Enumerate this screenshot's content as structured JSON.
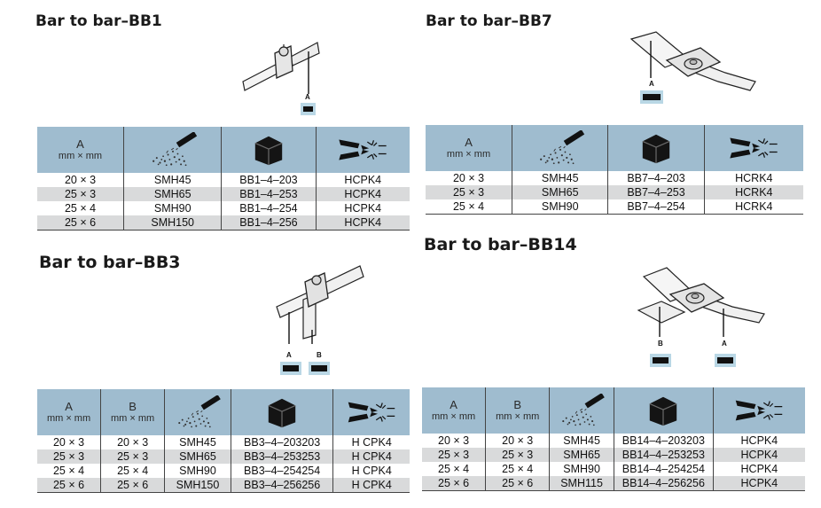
{
  "labels": {
    "a": "A",
    "b": "B"
  },
  "headers": {
    "a_letter": "A",
    "b_letter": "B",
    "unit": "mm × mm"
  },
  "icons": {
    "column2": "sawdust-cut-icon",
    "column3": "black-box-icon",
    "column4": "crimping-pliers-icon"
  },
  "colors": {
    "header_bg": "#9fbccf",
    "alt_row": "#d9dadb",
    "marker_box": "#b9d7e5"
  },
  "bb1": {
    "title": "Bar to bar–BB1",
    "rows": [
      {
        "a": "20 × 3",
        "tool": "SMH45",
        "code": "BB1–4–203",
        "die": "HCPK4"
      },
      {
        "a": "25 × 3",
        "tool": "SMH65",
        "code": "BB1–4–253",
        "die": "HCPK4"
      },
      {
        "a": "25 × 4",
        "tool": "SMH90",
        "code": "BB1–4–254",
        "die": "HCPK4"
      },
      {
        "a": "25 × 6",
        "tool": "SMH150",
        "code": "BB1–4–256",
        "die": "HCPK4"
      }
    ]
  },
  "bb7": {
    "title": "Bar to bar–BB7",
    "rows": [
      {
        "a": "20 × 3",
        "tool": "SMH45",
        "code": "BB7–4–203",
        "die": "HCRK4"
      },
      {
        "a": "25 × 3",
        "tool": "SMH65",
        "code": "BB7–4–253",
        "die": "HCRK4"
      },
      {
        "a": "25 × 4",
        "tool": "SMH90",
        "code": "BB7–4–254",
        "die": "HCRK4"
      }
    ]
  },
  "bb3": {
    "title": "Bar to bar–BB3",
    "rows": [
      {
        "a": "20 × 3",
        "b": "20 × 3",
        "tool": "SMH45",
        "code": "BB3–4–203203",
        "die": "H CPK4"
      },
      {
        "a": "25 × 3",
        "b": "25 × 3",
        "tool": "SMH65",
        "code": "BB3–4–253253",
        "die": "H CPK4"
      },
      {
        "a": "25 × 4",
        "b": "25 × 4",
        "tool": "SMH90",
        "code": "BB3–4–254254",
        "die": "H CPK4"
      },
      {
        "a": "25 × 6",
        "b": "25 × 6",
        "tool": "SMH150",
        "code": "BB3–4–256256",
        "die": "H CPK4"
      }
    ]
  },
  "bb14": {
    "title": "Bar to bar–BB14",
    "rows": [
      {
        "a": "20 × 3",
        "b": "20 × 3",
        "tool": "SMH45",
        "code": "BB14–4–203203",
        "die": "HCPK4"
      },
      {
        "a": "25 × 3",
        "b": "25 × 3",
        "tool": "SMH65",
        "code": "BB14–4–253253",
        "die": "HCPK4"
      },
      {
        "a": "25 × 4",
        "b": "25 × 4",
        "tool": "SMH90",
        "code": "BB14–4–254254",
        "die": "HCPK4"
      },
      {
        "a": "25 × 6",
        "b": "25 × 6",
        "tool": "SMH115",
        "code": "BB14–4–256256",
        "die": "HCPK4"
      }
    ]
  }
}
